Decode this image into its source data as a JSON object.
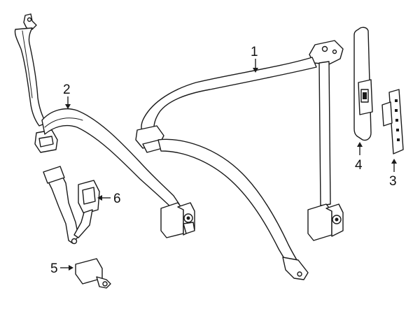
{
  "callouts": {
    "c1": "1",
    "c2": "2",
    "c3": "3",
    "c4": "4",
    "c5": "5",
    "c6": "6"
  },
  "colors": {
    "line": "#1a1a1a",
    "background": "#ffffff"
  }
}
